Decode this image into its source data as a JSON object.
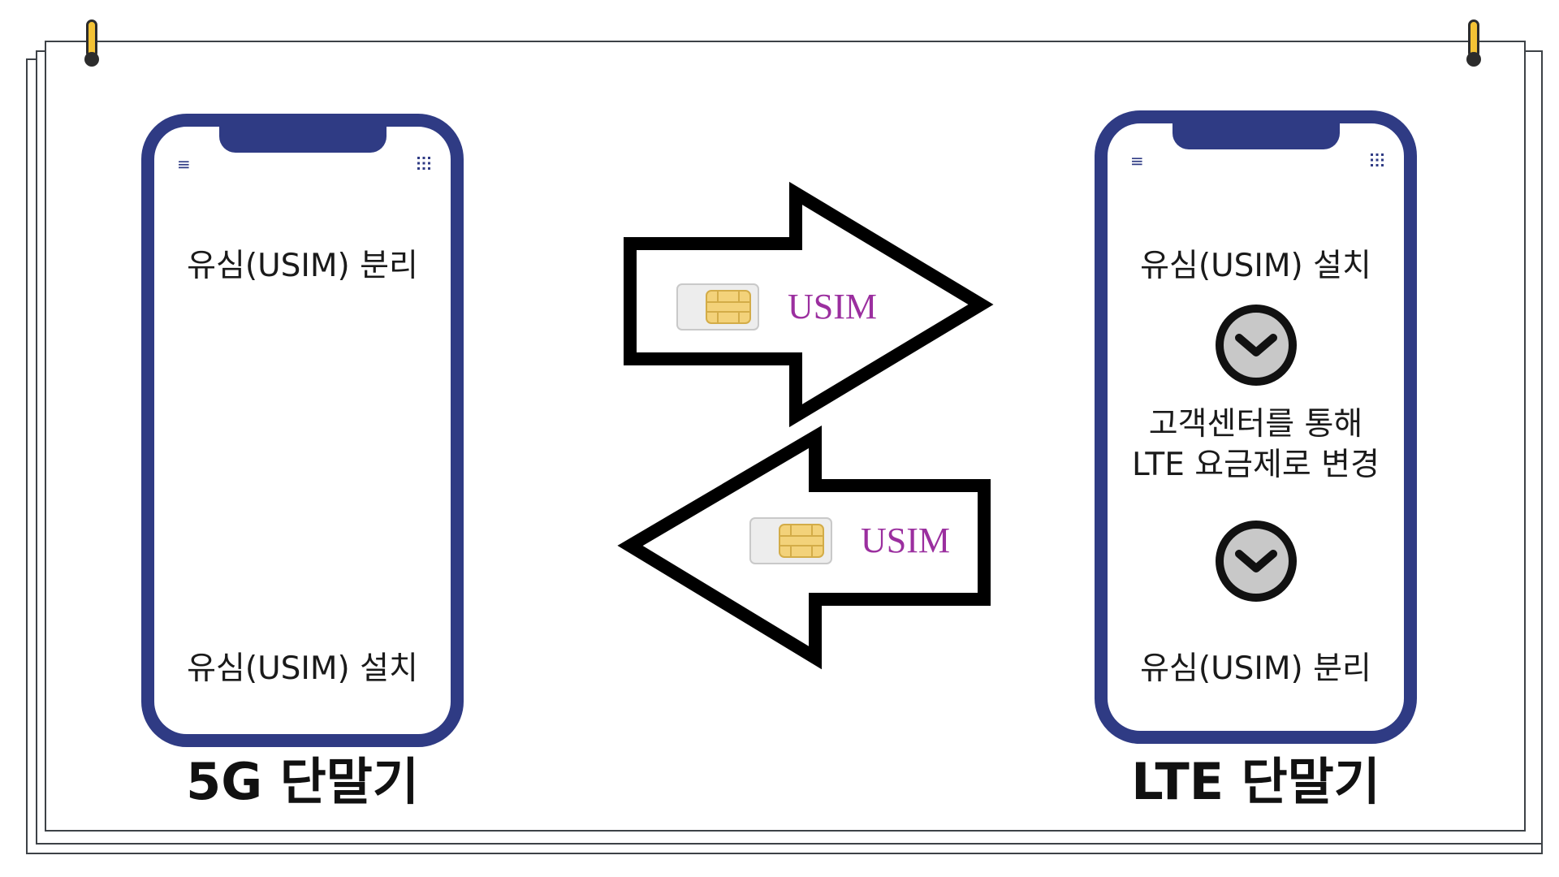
{
  "devices": {
    "fiveg": {
      "label": "5G 단말기",
      "top_text": "유심(USIM) 분리",
      "bottom_text": "유심(USIM) 설치"
    },
    "lte": {
      "label": "LTE 단말기",
      "step1": "유심(USIM) 설치",
      "step2_line1": "고객센터를 통해",
      "step2_line2": "LTE 요금제로 변경",
      "step3": "유심(USIM) 분리"
    }
  },
  "arrows": {
    "top_card_text": "USIM",
    "bottom_card_text": "USIM"
  },
  "colors": {
    "phone_frame": "#2f3b84",
    "usim_text": "#9b2f9f",
    "pin_yellow": "#f3c235",
    "chevron_circle": "#c8c8c8"
  }
}
